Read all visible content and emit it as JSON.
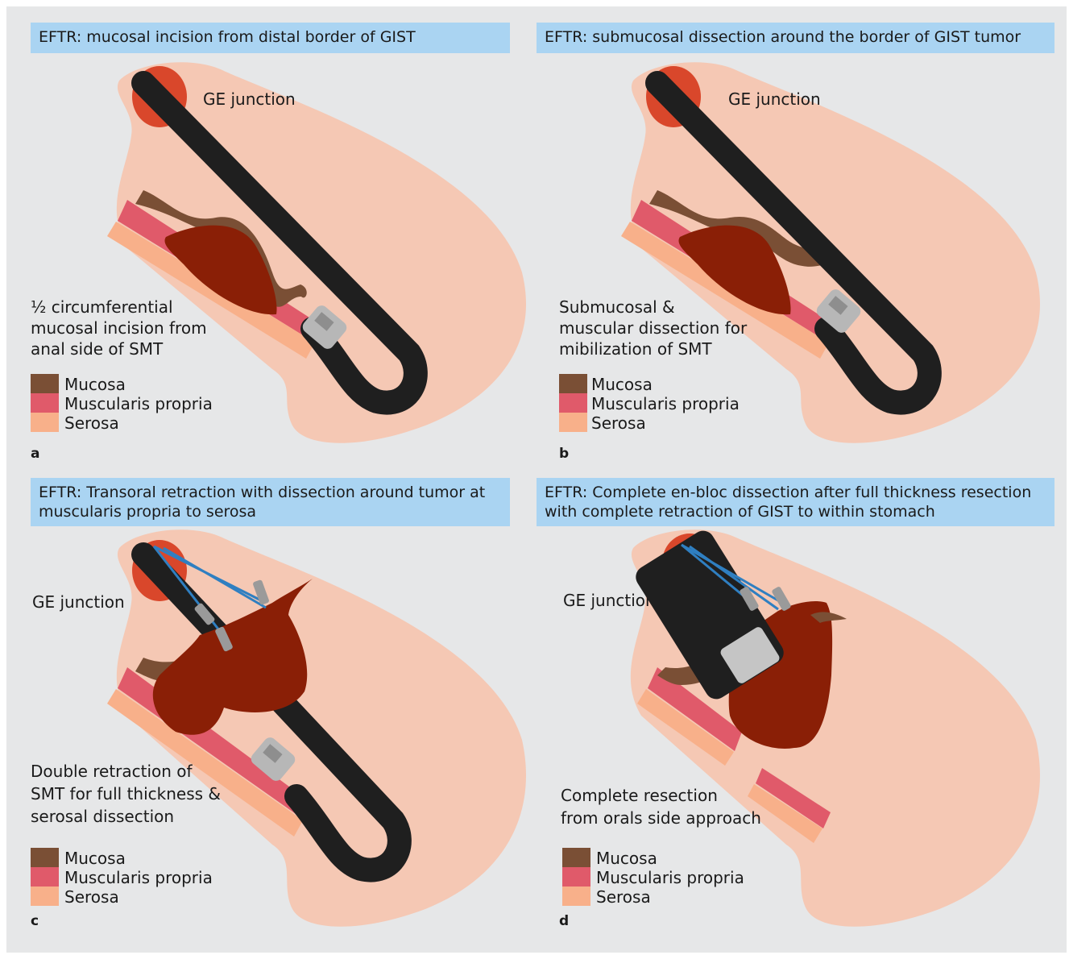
{
  "panels": [
    {
      "letter": "a",
      "title": "EFTR: mucosal incision from distal border of GIST",
      "ge_label": "GE junction",
      "description": [
        "½ circumferential",
        "mucosal incision from",
        "anal side of SMT"
      ]
    },
    {
      "letter": "b",
      "title": "EFTR: submucosal dissection around the border of GIST tumor",
      "ge_label": "GE junction",
      "description": [
        "Submucosal &",
        "muscular dissection for",
        "mibilization of SMT"
      ]
    },
    {
      "letter": "c",
      "title": "EFTR: Transoral retraction with dissection around tumor at muscularis propria to serosa",
      "ge_label": "GE junction",
      "description": [
        "Double retraction of",
        "SMT for full thickness &",
        "serosal dissection"
      ]
    },
    {
      "letter": "d",
      "title": "EFTR: Complete en-bloc dissection after full thickness resection with complete retraction of GIST to within stomach",
      "ge_label": "GE junction",
      "description": [
        "Complete resection",
        "from orals side approach"
      ]
    }
  ],
  "legend": [
    {
      "label": "Mucosa",
      "color": "#7a4f35"
    },
    {
      "label": "Muscularis propria",
      "color": "#e05a6a"
    },
    {
      "label": "Serosa",
      "color": "#f8b08a"
    }
  ],
  "colors": {
    "background": "#e6e7e8",
    "banner": "#aad4f2",
    "stomach": "#f5c8b4",
    "tumor": "#8a1f06",
    "ge_junction": "#d9472b",
    "endoscope": "#1f1f1f",
    "snare": "#2f7fc1"
  }
}
